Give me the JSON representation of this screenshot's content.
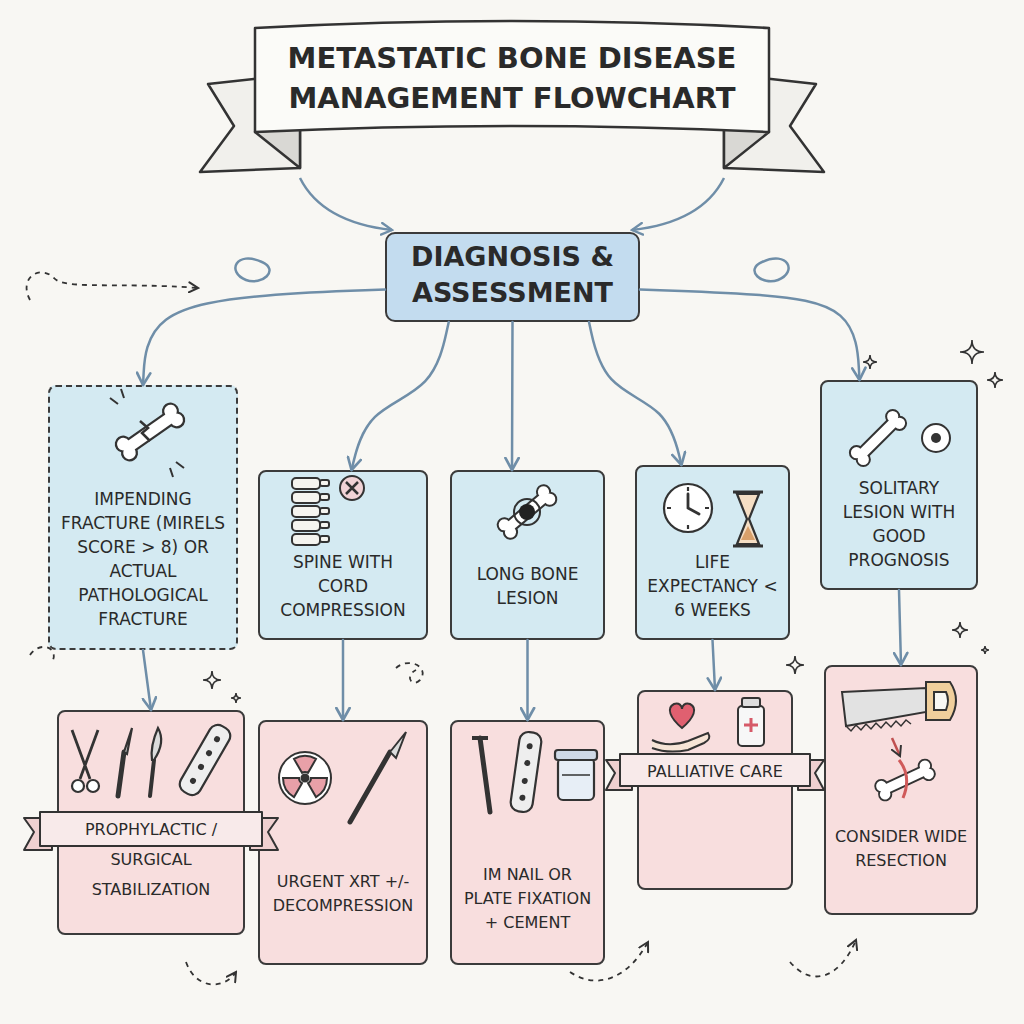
{
  "diagram": {
    "title": "METASTATIC BONE DISEASE MANAGEMENT FLOWCHART",
    "nodes": [
      {
        "text": [
          "DIAGNOSIS & ASSESSMENT"
        ]
      },
      {
        "text": [
          "IMPENDING FRACTURE (MIRELS SCORE > 8) OR ACTUAL PATHOLOGICAL FRACTURE"
        ]
      },
      {
        "text": [
          "SPINE WITH CORD COMPRESSION"
        ]
      },
      {
        "text": [
          "LONG BONE LESION"
        ]
      },
      {
        "text": [
          "LIFE EXPECTANCY < 6 WEEKS"
        ]
      },
      {
        "text": [
          "SOLITARY LESION WITH GOOD PROGNOSIS"
        ]
      },
      {
        "text": [
          "PROPHYLACTIC / SURGICAL STABILIZATION"
        ]
      },
      {
        "text": [
          "URGENT XRT +/- DECOMPRESSION"
        ]
      },
      {
        "text": [
          "IM NAIL OR PLATE FIXATION + CEMENT"
        ]
      },
      {
        "text": [
          "PALLIATIVE CARE"
        ]
      },
      {
        "text": [
          "CONSIDER WIDE RESECTION"
        ]
      }
    ],
    "edges": [
      {
        "from": 0,
        "to": 1,
        "arrow": "to"
      },
      {
        "from": 0,
        "to": 2,
        "arrow": "to"
      },
      {
        "from": 0,
        "to": 3,
        "arrow": "to"
      },
      {
        "from": 0,
        "to": 4,
        "arrow": "to"
      },
      {
        "from": 0,
        "to": 5,
        "arrow": "to"
      },
      {
        "from": 1,
        "to": 6,
        "arrow": "to"
      },
      {
        "from": 2,
        "to": 7,
        "arrow": "to"
      },
      {
        "from": 3,
        "to": 8,
        "arrow": "to"
      },
      {
        "from": 4,
        "to": 9,
        "arrow": "to"
      },
      {
        "from": 5,
        "to": 10,
        "arrow": "to"
      }
    ]
  }
}
